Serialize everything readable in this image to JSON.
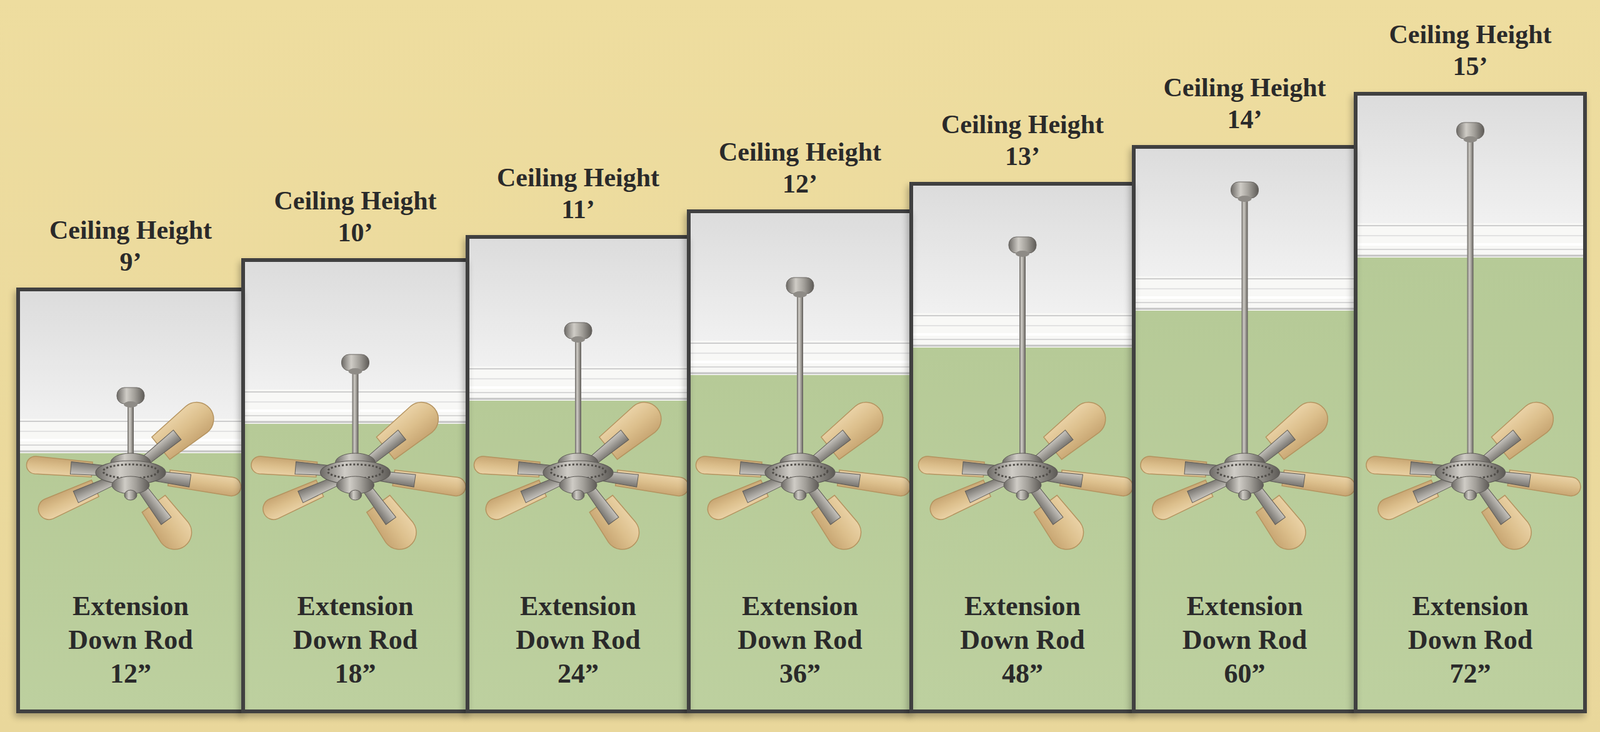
{
  "diagram": {
    "nodes": [
      {
        "text": [
          "Ceiling Height 9’",
          "Extension Down Rod 12”"
        ]
      },
      {
        "text": [
          "Ceiling Height 10’",
          "Extension Down Rod 18”"
        ]
      },
      {
        "text": [
          "Ceiling Height 11’",
          "Extension Down Rod 24”"
        ]
      },
      {
        "text": [
          "Ceiling Height 12’",
          "Extension Down Rod 36”"
        ]
      },
      {
        "text": [
          "Ceiling Height 13’",
          "Extension Down Rod 48”"
        ]
      },
      {
        "text": [
          "Ceiling Height 14’",
          "Extension Down Rod 60”"
        ]
      },
      {
        "text": [
          "Ceiling Height 15’",
          "Extension Down Rod 72”"
        ]
      }
    ]
  }
}
